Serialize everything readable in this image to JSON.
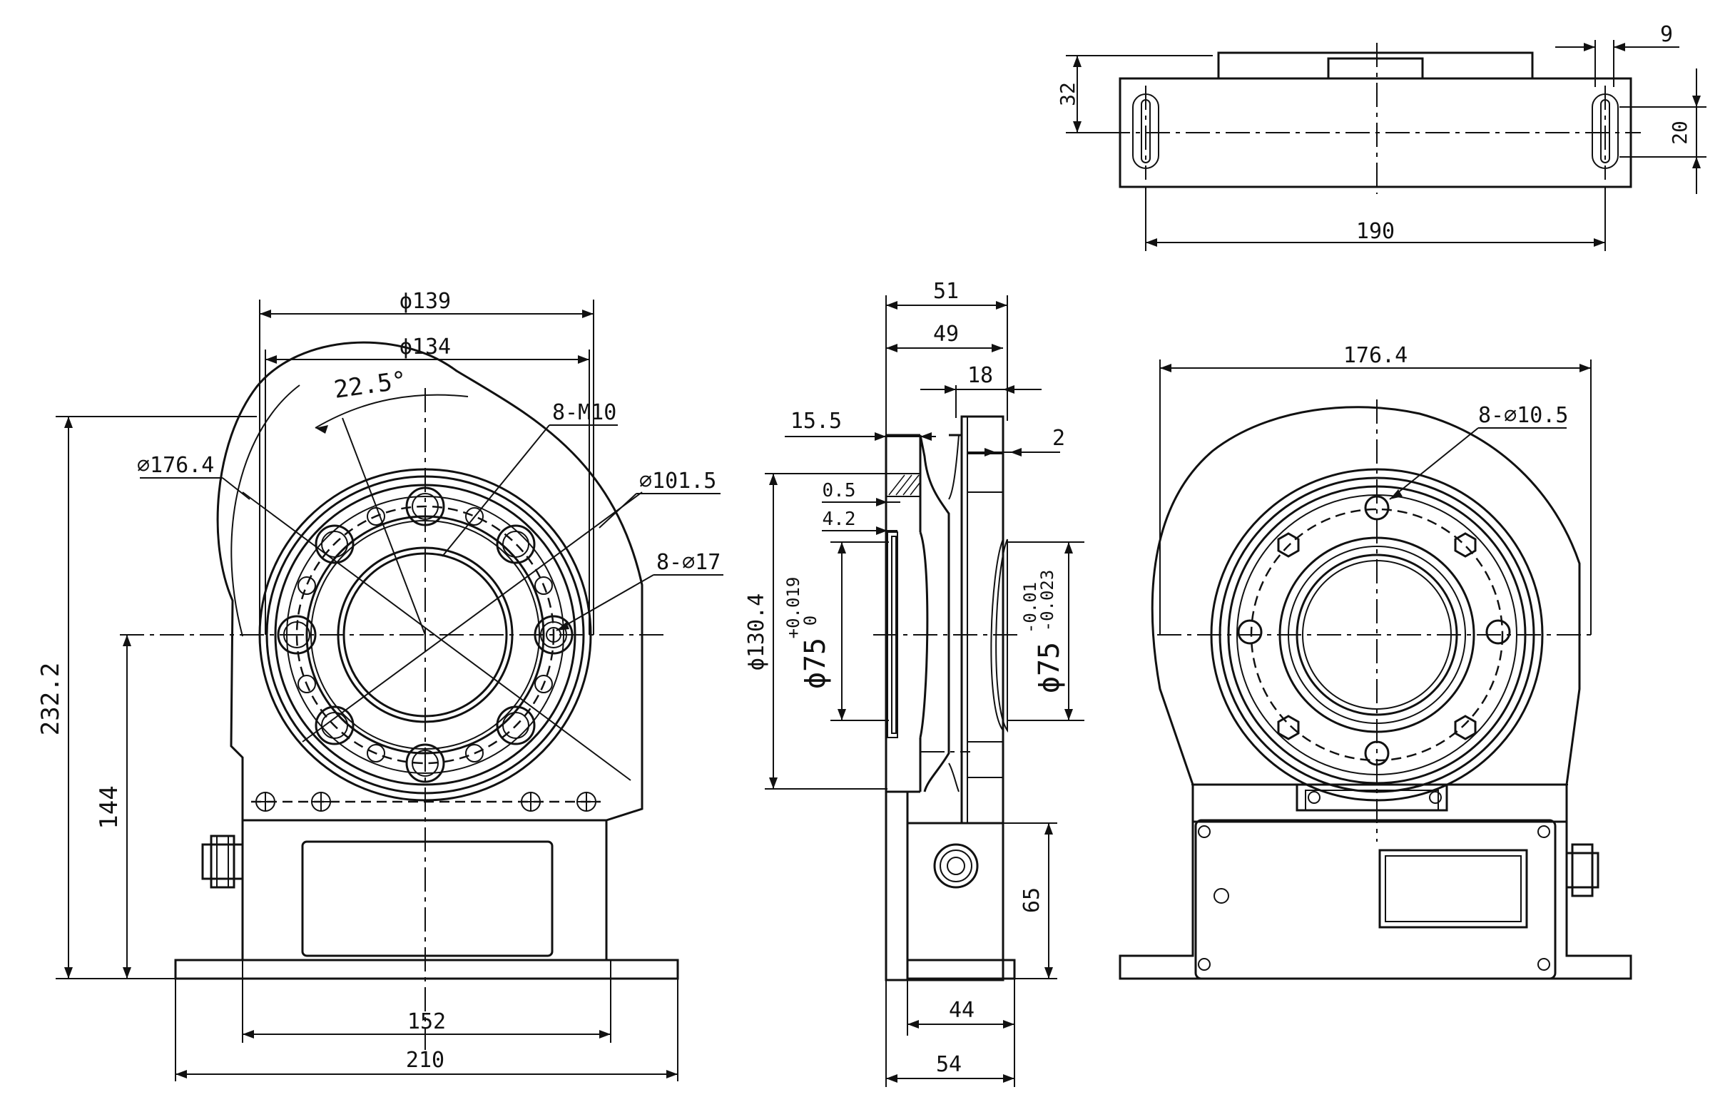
{
  "dimensions": {
    "front_left": {
      "phi139": "ϕ139",
      "phi134": "ϕ134",
      "angle": "22.5°",
      "thread_holes": "8-M10",
      "dia_outer": "⌀176.4",
      "dia_bolt": "⌀101.5",
      "bolt_holes": "8-⌀17",
      "height_total": "232.2",
      "height_center": "144",
      "width_inner": "152",
      "width_base": "210"
    },
    "side": {
      "w51": "51",
      "w49": "49",
      "w18": "18",
      "w15_5": "15.5",
      "w2": "2",
      "t0_5": "0.5",
      "t4_2": "4.2",
      "d130_4": "ϕ130.4",
      "bore_left": "ϕ75",
      "tol_left_upper": "+0.019",
      "tol_left_lower": "0",
      "bore_right": "ϕ75",
      "tol_right_upper": "-0.01",
      "tol_right_lower": "-0.023",
      "h65": "65",
      "w44": "44",
      "w54": "54"
    },
    "top_view": {
      "h32": "32",
      "w9": "9",
      "h20": "20",
      "w190": "190"
    },
    "front_right": {
      "dia176_4": "176.4",
      "holes": "8-⌀10.5"
    }
  }
}
